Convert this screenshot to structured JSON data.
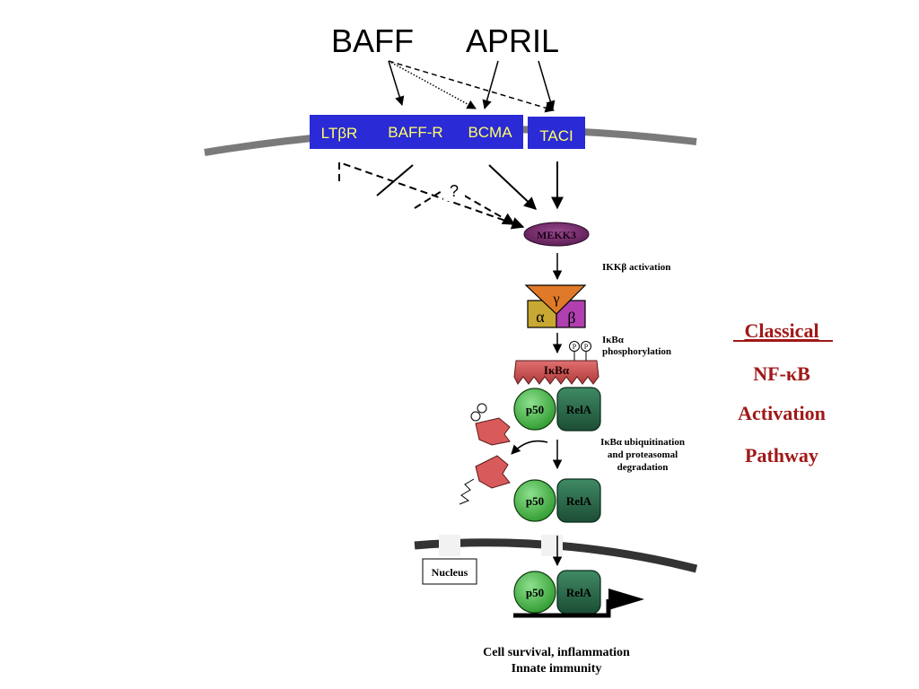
{
  "ligands": {
    "baff": "BAFF",
    "april": "APRIL"
  },
  "receptors": {
    "ltbr": "LTβR",
    "baffr": "BAFF-R",
    "bcma": "BCMA",
    "taci": "TACI"
  },
  "unknown_mark": "?",
  "nodes": {
    "mekk3": "MEKK3",
    "ikk_alpha": "α",
    "ikk_beta": "β",
    "ikk_gamma": "γ",
    "ikba": "IκBα",
    "phospho": "P",
    "p50": "p50",
    "rela": "RelA",
    "nucleus": "Nucleus"
  },
  "steps": {
    "ikk_activation": "IKKβ activation",
    "ikba_phos_1": "IκBα",
    "ikba_phos_2": "phosphorylation",
    "ubiq_1": "IκBα ubiquitination",
    "ubiq_2": "and proteasomal",
    "ubiq_3": "degradation"
  },
  "outcome": {
    "line1": "Cell survival, inflammation",
    "line2": "Innate immunity"
  },
  "pathway_title": {
    "line1": "Classical",
    "line2": "NF-κB",
    "line3": "Activation",
    "line4": "Pathway"
  },
  "colors": {
    "receptor_fill": "#2a2ad6",
    "receptor_text": "#ffff66",
    "membrane": "#7a7a7a",
    "nuclear_membrane": "#333333",
    "mekk3": "#7a2a6e",
    "ikk_alpha": "#c8a832",
    "ikk_beta": "#b040b0",
    "ikk_gamma": "#e07a28",
    "ikba": "#c85050",
    "p50": "#4cb84c",
    "rela": "#2a6a4a",
    "title_red": "#a01818"
  }
}
